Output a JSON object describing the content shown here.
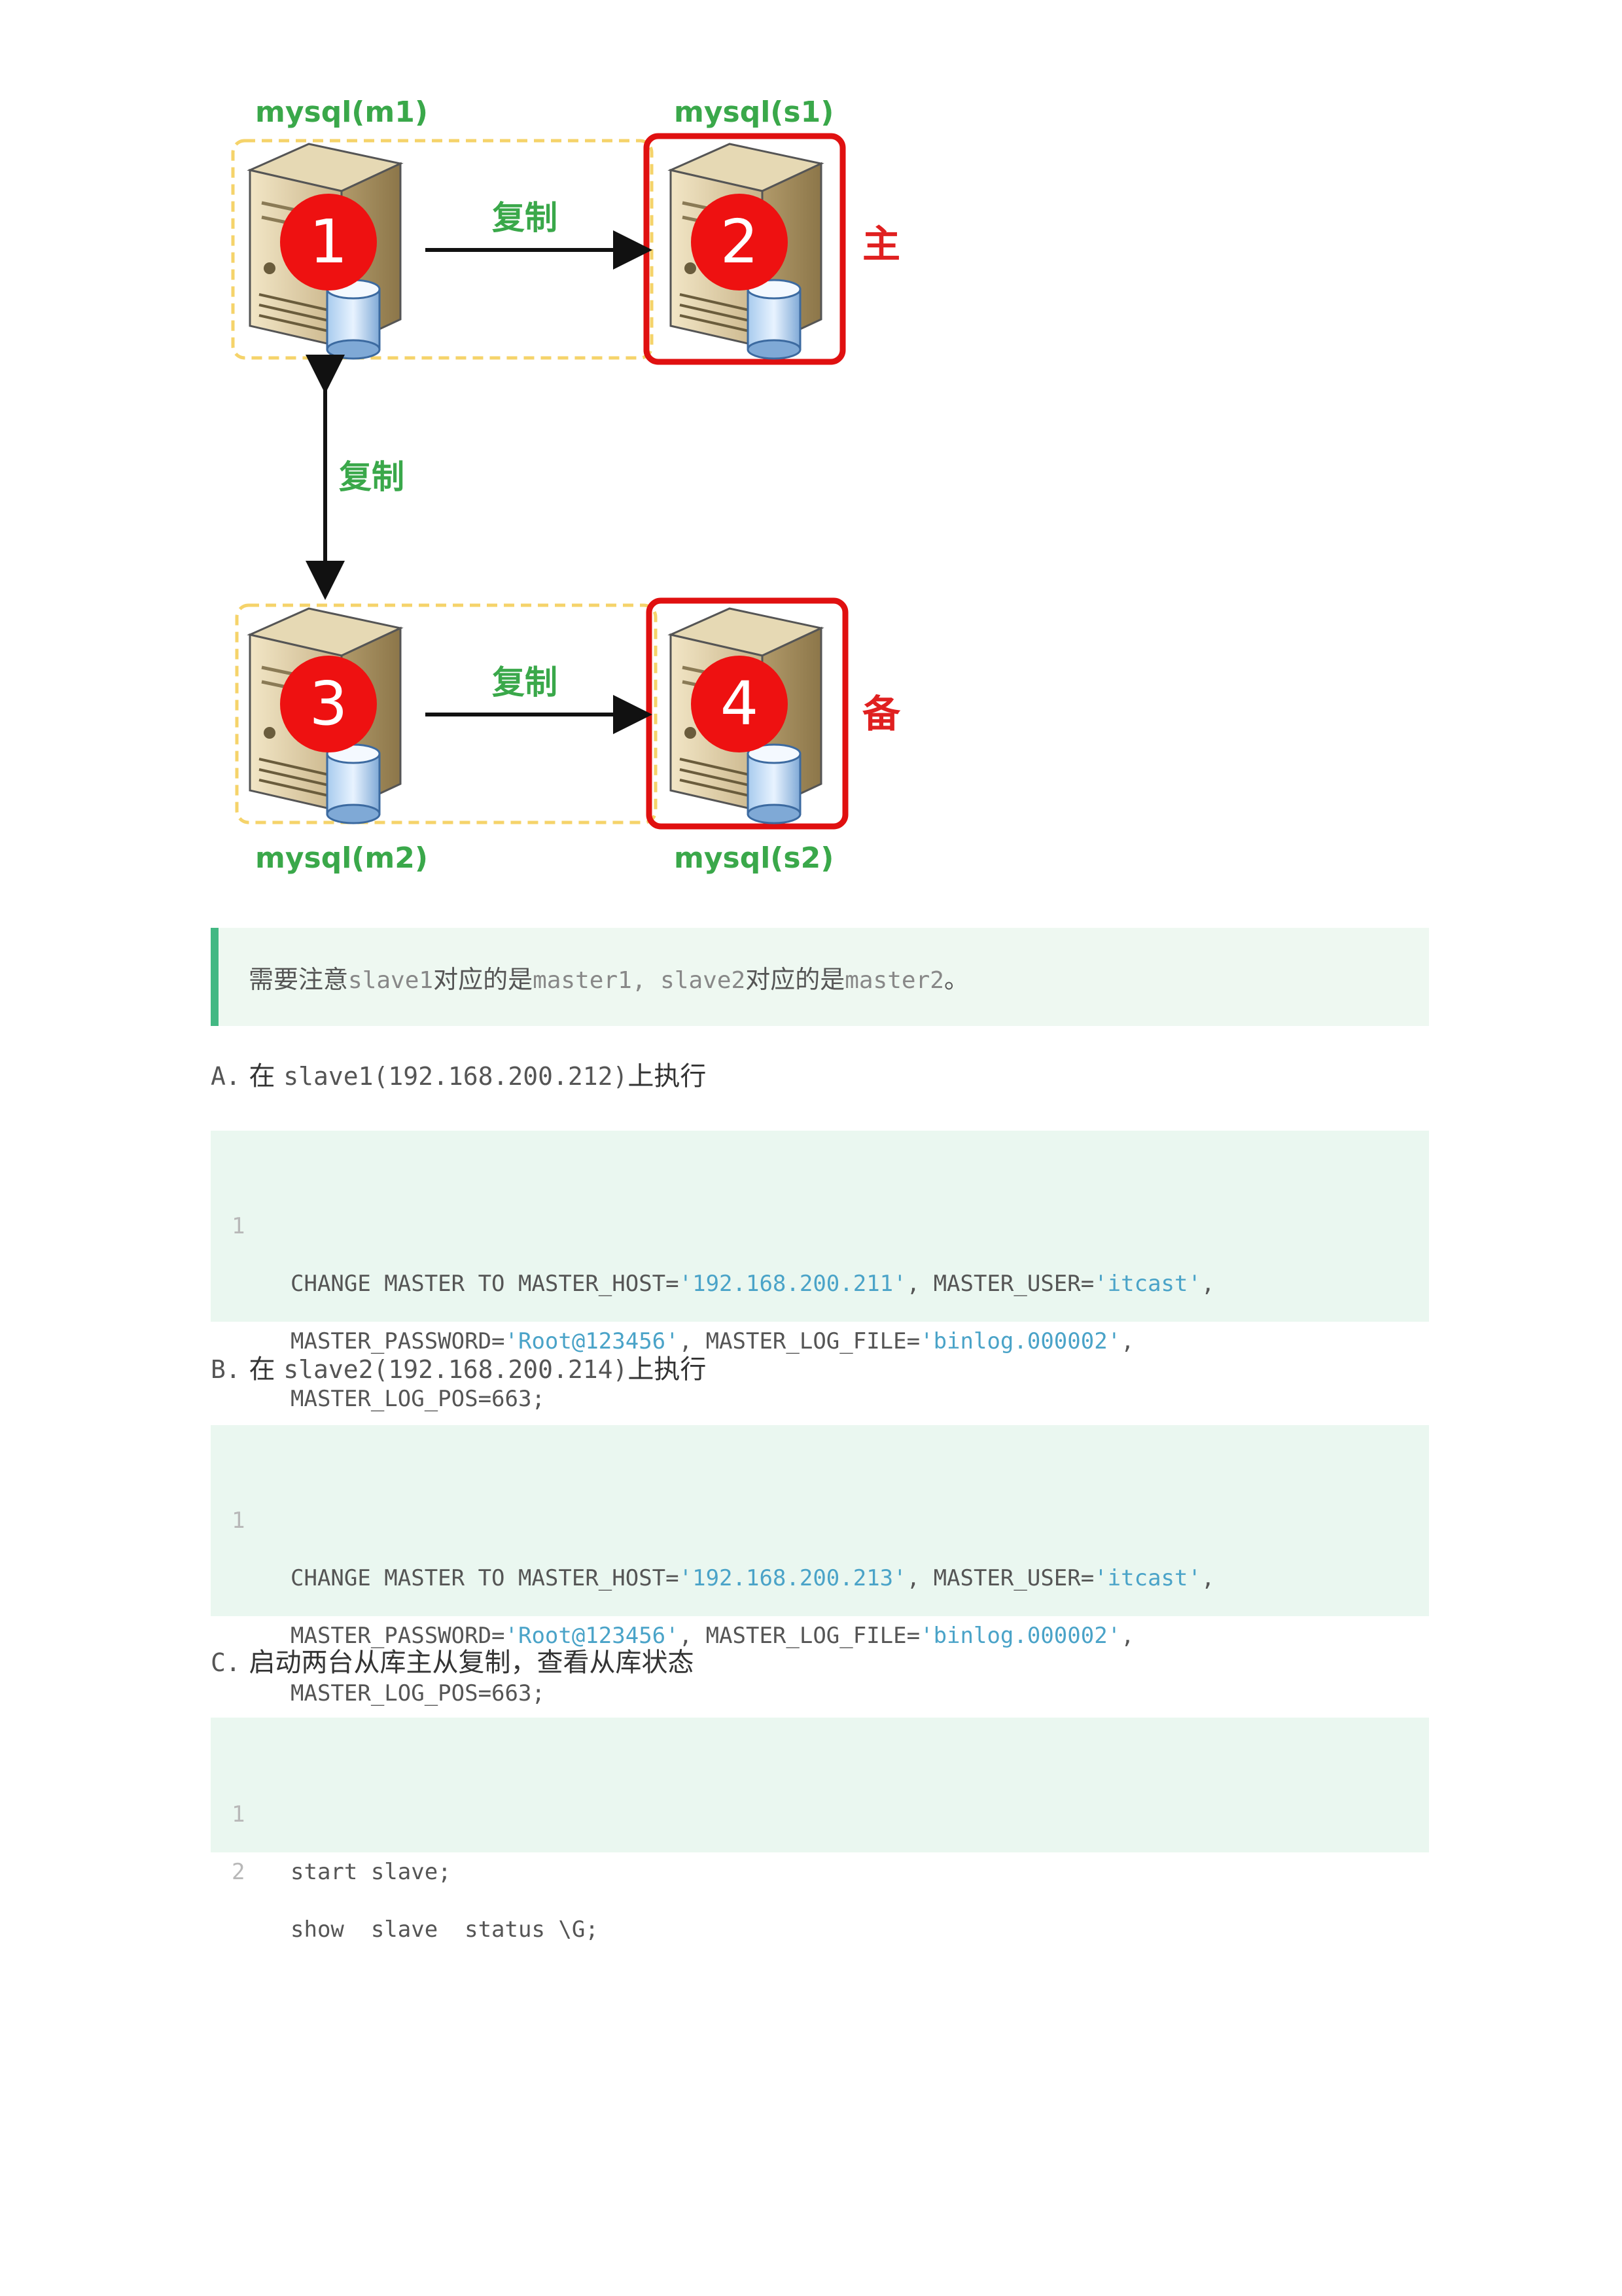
{
  "diagram": {
    "nodes": [
      {
        "id": "m1",
        "label": "mysql(m1)",
        "number": "1"
      },
      {
        "id": "s1",
        "label": "mysql(s1)",
        "number": "2"
      },
      {
        "id": "m2",
        "label": "mysql(m2)",
        "number": "3"
      },
      {
        "id": "s2",
        "label": "mysql(s2)",
        "number": "4"
      }
    ],
    "edges": [
      {
        "from": "m1",
        "to": "s1",
        "label": "复制"
      },
      {
        "from": "m1",
        "to": "m2",
        "label": "复制",
        "bidirectional": true
      },
      {
        "from": "m2",
        "to": "s2",
        "label": "复制"
      }
    ],
    "roles": {
      "primary": "主",
      "backup": "备"
    },
    "colors": {
      "label_green": "#3aa84a",
      "badge_red": "#ee1111",
      "frame_red": "#e01010",
      "dash_yellow": "#f5d36a"
    }
  },
  "note": {
    "parts": [
      {
        "t": "需要注意",
        "mono": false
      },
      {
        "t": "slave1",
        "mono": true
      },
      {
        "t": "对应的是",
        "mono": false
      },
      {
        "t": "master1, slave2",
        "mono": true
      },
      {
        "t": "对应的是",
        "mono": false
      },
      {
        "t": "master2",
        "mono": true
      },
      {
        "t": "。",
        "mono": false
      }
    ]
  },
  "steps": [
    {
      "prefix": "A.",
      "text_before": "在",
      "mono": "slave1(192.168.200.212)",
      "text_after": "上执行",
      "code": [
        {
          "num": "1",
          "segments": [
            {
              "t": "CHANGE MASTER TO MASTER_HOST=",
              "s": false
            },
            {
              "t": "'192.168.200.211'",
              "s": true
            },
            {
              "t": ", MASTER_USER=",
              "s": false
            },
            {
              "t": "'itcast'",
              "s": true
            },
            {
              "t": ",",
              "s": false
            }
          ]
        },
        {
          "num": "",
          "segments": [
            {
              "t": "MASTER_PASSWORD=",
              "s": false
            },
            {
              "t": "'Root@123456'",
              "s": true
            },
            {
              "t": ", MASTER_LOG_FILE=",
              "s": false
            },
            {
              "t": "'binlog.000002'",
              "s": true
            },
            {
              "t": ",",
              "s": false
            }
          ]
        },
        {
          "num": "",
          "segments": [
            {
              "t": "MASTER_LOG_POS=663;",
              "s": false
            }
          ]
        }
      ]
    },
    {
      "prefix": "B.",
      "text_before": "在",
      "mono": "slave2(192.168.200.214)",
      "text_after": "上执行",
      "code": [
        {
          "num": "1",
          "segments": [
            {
              "t": "CHANGE MASTER TO MASTER_HOST=",
              "s": false
            },
            {
              "t": "'192.168.200.213'",
              "s": true
            },
            {
              "t": ", MASTER_USER=",
              "s": false
            },
            {
              "t": "'itcast'",
              "s": true
            },
            {
              "t": ",",
              "s": false
            }
          ]
        },
        {
          "num": "",
          "segments": [
            {
              "t": "MASTER_PASSWORD=",
              "s": false
            },
            {
              "t": "'Root@123456'",
              "s": true
            },
            {
              "t": ", MASTER_LOG_FILE=",
              "s": false
            },
            {
              "t": "'binlog.000002'",
              "s": true
            },
            {
              "t": ",",
              "s": false
            }
          ]
        },
        {
          "num": "",
          "segments": [
            {
              "t": "MASTER_LOG_POS=663;",
              "s": false
            }
          ]
        }
      ]
    },
    {
      "prefix": "C.",
      "text_before": "启动两台从库主从复制，查看从库状态",
      "mono": "",
      "text_after": "",
      "code": [
        {
          "num": "1",
          "segments": [
            {
              "t": "start slave;",
              "s": false
            }
          ]
        },
        {
          "num": "2",
          "segments": [
            {
              "t": "show  slave  status \\G;",
              "s": false
            }
          ]
        }
      ]
    }
  ]
}
